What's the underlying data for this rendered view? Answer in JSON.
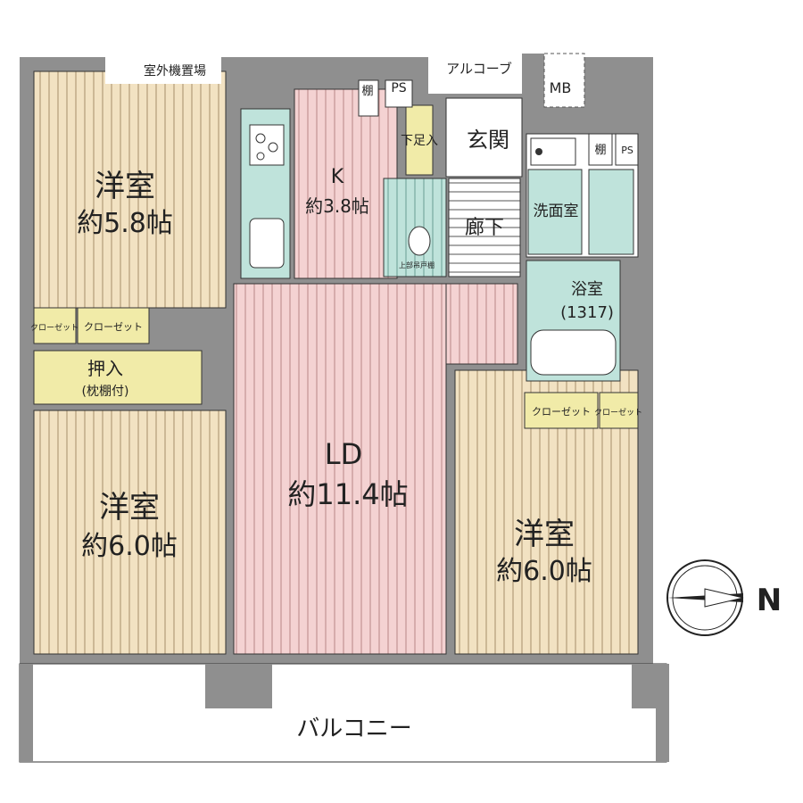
{
  "colors": {
    "wall": "#8f8f8f",
    "western_room_floor": "#f2e2c2",
    "ld_floor": "#f4d2d2",
    "closet": "#f1eba8",
    "wet_area": "#bfe3db",
    "outline": "#333333"
  },
  "icons": {
    "compass": "north-arrow-icon",
    "stove": "stove-icon",
    "sink": "sink-icon",
    "toilet": "toilet-icon",
    "bathtub": "bathtub-icon",
    "washer": "washer-icon"
  },
  "rooms": {
    "western1": {
      "name": "洋室",
      "size": "約5.8帖"
    },
    "western2": {
      "name": "洋室",
      "size": "約6.0帖"
    },
    "western3": {
      "name": "洋室",
      "size": "約6.0帖"
    },
    "kitchen": {
      "name": "K",
      "size": "約3.8帖"
    },
    "ld": {
      "name": "LD",
      "size": "約11.4帖"
    },
    "bath": {
      "name": "浴室",
      "size": "(1317)"
    },
    "wash": {
      "name": "洗面室"
    },
    "entrance": {
      "name": "玄関"
    },
    "hall": {
      "name": "廊下"
    },
    "shoe_closet": {
      "name": "下足入"
    }
  },
  "labels": {
    "outdoor_unit": "室外機置場",
    "alcove": "アルコーブ",
    "mb": "MB",
    "ps": "PS",
    "shelf": "棚",
    "closet_small": "クローゼット",
    "closet_label": "クローゼット",
    "closet_small_right": "クローゼット",
    "closet_label_right": "クローゼット",
    "oshiire": "押入",
    "oshiire_note": "(枕棚付)",
    "upper_cabinet": "上部吊戸棚",
    "balcony": "バルコニー",
    "north": "N"
  }
}
